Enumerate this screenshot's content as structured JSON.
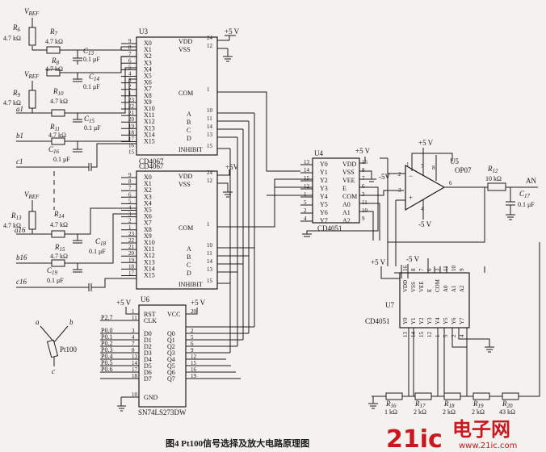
{
  "caption": "图4  Pt100信号选择及放大电路原理图",
  "watermark": {
    "logo": "21ic",
    "brand": "电子网",
    "url": "www.21ic.com"
  },
  "vref": "V",
  "vref_sub": "REF",
  "chips": {
    "u3": {
      "ref": "U3",
      "part": "CD4067",
      "left_pins": [
        "9",
        "8",
        "7",
        "6",
        "5",
        "4",
        "3",
        "2",
        "1",
        "23",
        "22",
        "21",
        "20",
        "19",
        "18",
        "17",
        "16",
        "15"
      ],
      "left_labels": [
        "X0",
        "X1",
        "X2",
        "X3",
        "X4",
        "X5",
        "X6",
        "X7",
        "X8",
        "X9",
        "X10",
        "X11",
        "X12",
        "X13",
        "X14",
        "X15"
      ],
      "right": [
        {
          "pin": "24",
          "label": "VDD"
        },
        {
          "pin": "12",
          "label": "VSS"
        },
        {
          "pin": "1",
          "label": "COM"
        },
        {
          "pin": "10",
          "label": "A"
        },
        {
          "pin": "11",
          "label": "B"
        },
        {
          "pin": "14",
          "label": "C"
        },
        {
          "pin": "13",
          "label": "D"
        },
        {
          "pin": "15",
          "label": "INHIBIT"
        }
      ],
      "supply": "+5 V"
    },
    "u_mid": {
      "part": "CD4067",
      "left_pins": [
        "9",
        "8",
        "7",
        "6",
        "5",
        "4",
        "3",
        "2",
        "1",
        "23",
        "22",
        "21",
        "20",
        "19",
        "18",
        "17"
      ],
      "left_labels": [
        "X0",
        "X1",
        "X2",
        "X3",
        "X4",
        "X5",
        "X6",
        "X7",
        "X8",
        "X9",
        "X10",
        "X11",
        "X12",
        "X13",
        "X14",
        "X15"
      ],
      "right": [
        {
          "pin": "24",
          "label": "VDD"
        },
        {
          "pin": "12",
          "label": "VSS"
        },
        {
          "pin": "1",
          "label": "COM"
        },
        {
          "pin": "10",
          "label": "A"
        },
        {
          "pin": "11",
          "label": "B"
        },
        {
          "pin": "14",
          "label": "C"
        },
        {
          "pin": "13",
          "label": "D"
        },
        {
          "pin": "15",
          "label": "INHIBIT"
        }
      ],
      "supply": "+5V"
    },
    "u4": {
      "ref": "U4",
      "part": "CD4051",
      "left_pins": [
        "13",
        "14",
        "15",
        "12",
        "1",
        "5",
        "2",
        "4"
      ],
      "left_labels": [
        "Y0",
        "Y1",
        "Y2",
        "Y3",
        "Y4",
        "Y5",
        "Y6",
        "Y7"
      ],
      "right_labels": [
        "VDD",
        "VSS",
        "VEE",
        "E",
        "COM",
        "A0",
        "A1",
        "A2"
      ],
      "right_pins": [
        "16",
        "8",
        "7",
        "6",
        "3",
        "11",
        "10",
        "9"
      ],
      "supply": "+5 V",
      "neg_supply": "-5V"
    },
    "u5": {
      "ref": "U5",
      "part": "OP07",
      "pins": [
        "2",
        "3",
        "6",
        "7",
        "4",
        "8",
        "1"
      ],
      "vplus": "+5 V",
      "vminus": "-5 V"
    },
    "u6": {
      "ref": "U6",
      "part": "SN74LS273DW",
      "left_pins": [
        "1",
        "11",
        "3",
        "4",
        "7",
        "8",
        "13",
        "14",
        "17",
        "18",
        "10"
      ],
      "left_labels": [
        "RST",
        "CLK",
        "D0",
        "D1",
        "D2",
        "D3",
        "D4",
        "D5",
        "D6",
        "D7",
        "GND"
      ],
      "right_pins": [
        "20",
        "2",
        "5",
        "6",
        "9",
        "12",
        "15",
        "16",
        "19"
      ],
      "right_labels": [
        "VCC",
        "Q0",
        "Q1",
        "Q2",
        "Q3",
        "Q4",
        "Q5",
        "Q6",
        "Q7"
      ],
      "inputs": [
        "P2.7",
        "P0.0",
        "P0.1",
        "P0.2",
        "P0.3",
        "P0.4",
        "P0.5",
        "P0.6"
      ],
      "supply": "+5 V"
    },
    "u7": {
      "ref": "U7",
      "part": "CD4051",
      "top_labels": [
        "VDD",
        "VSS",
        "VEE",
        "E",
        "COM",
        "A0",
        "A1",
        "A2"
      ],
      "top_pins": [
        "16",
        "8",
        "7",
        "6",
        "3",
        "11",
        "10",
        "9"
      ],
      "bottom_labels": [
        "Y0",
        "Y1",
        "Y2",
        "Y3",
        "Y4",
        "Y5",
        "Y6",
        "Y7"
      ],
      "bottom_pins": [
        "13",
        "14",
        "15",
        "12",
        "1",
        "5",
        "2",
        "4"
      ],
      "supplies": [
        "+5 V",
        "-5 V"
      ]
    }
  },
  "resistors": {
    "R6": "4.7 kΩ",
    "R7": "4.7 kΩ",
    "R8": "4.7 kΩ",
    "R9": "4.7 kΩ",
    "R10": "4.7 kΩ",
    "R11": "4.7 kΩ",
    "R13": "4.7 kΩ",
    "R14": "4.7 kΩ",
    "R15": "4.7 kΩ",
    "R12": "10 kΩ",
    "R16": "1 kΩ",
    "R17": "2 kΩ",
    "R18": "2 kΩ",
    "R19": "2 kΩ",
    "R20": "43 kΩ"
  },
  "capacitors": {
    "C13": "0.1 μF",
    "C14": "0.1 μF",
    "C15": "0.1 μF",
    "C16": "0.1 μF",
    "C18": "0.1 μF",
    "C19": "0.1 μF",
    "C17": "0.1 μF"
  },
  "signals": {
    "a1": "a1",
    "b1": "b1",
    "c1": "c1",
    "a16": "a16",
    "b16": "b16",
    "c16": "c16",
    "an": "AN"
  },
  "pt100": {
    "label": "Pt100",
    "terminals": [
      "a",
      "b",
      "c"
    ]
  }
}
